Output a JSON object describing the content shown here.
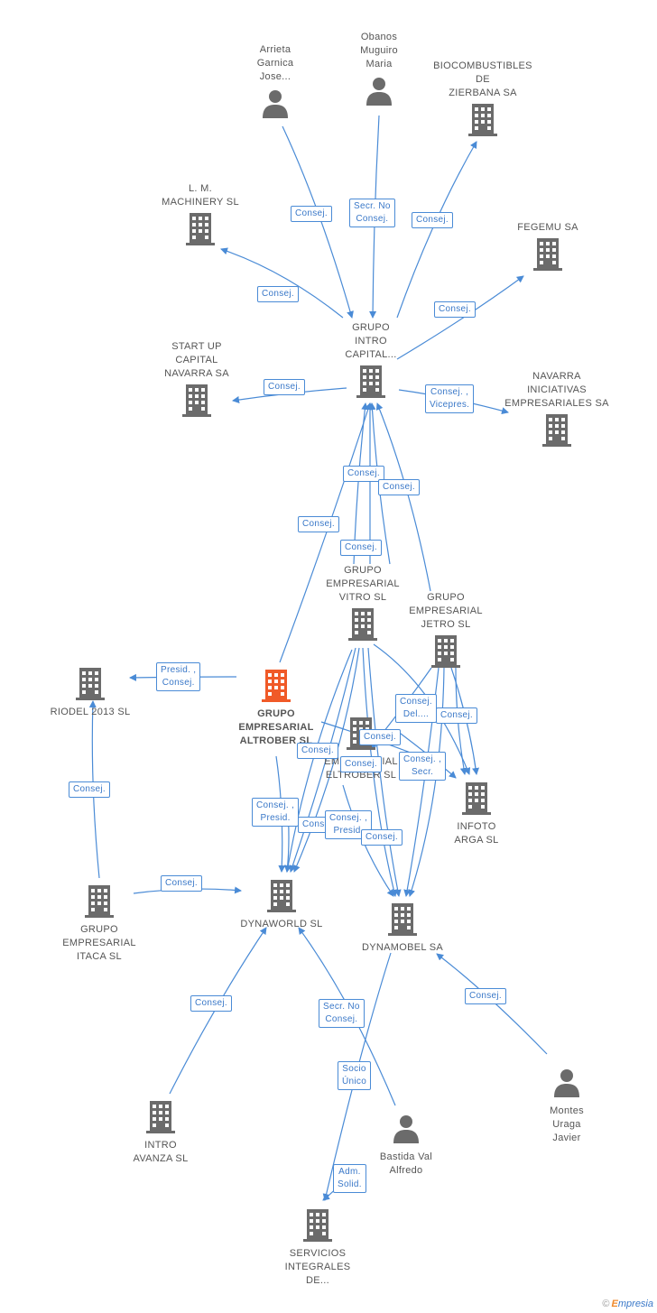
{
  "colors": {
    "edge": "#4a8bd6",
    "icon": "#6b6b6b",
    "main_icon": "#f05a28",
    "label": "#555555"
  },
  "nodes": [
    {
      "id": "arrieta",
      "type": "person",
      "label": "Arrieta\nGarnica\nJose..."
    },
    {
      "id": "obanos",
      "type": "person",
      "label": "Obanos\nMuguiro\nMaria"
    },
    {
      "id": "biocombustibles",
      "type": "company",
      "label": "BIOCOMBUSTIBLES\nDE\nZIERBANA SA"
    },
    {
      "id": "lm",
      "type": "company",
      "label": "L. M.\nMACHINERY SL"
    },
    {
      "id": "fegemu",
      "type": "company",
      "label": "FEGEMU SA"
    },
    {
      "id": "startup",
      "type": "company",
      "label": "START UP\nCAPITAL\nNAVARRA SA"
    },
    {
      "id": "intro_capital",
      "type": "company",
      "label": "GRUPO\nINTRO\nCAPITAL..."
    },
    {
      "id": "navarra_ini",
      "type": "company",
      "label": "NAVARRA\nINICIATIVAS\nEMPRESARIALES SA"
    },
    {
      "id": "vitro",
      "type": "company",
      "label": "GRUPO\nEMPRESARIAL\nVITRO SL"
    },
    {
      "id": "jetro",
      "type": "company",
      "label": "GRUPO\nEMPRESARIAL\nJETRO SL"
    },
    {
      "id": "riodel",
      "type": "company",
      "label": "RIODEL 2013 SL"
    },
    {
      "id": "altrober",
      "type": "main",
      "label": "GRUPO\nEMPRESARIAL\nALTROBER SL"
    },
    {
      "id": "eltrober",
      "type": "company",
      "label": "EMPRESARIAL\nELTROBER SL"
    },
    {
      "id": "infoto",
      "type": "company",
      "label": "INFOTO\nARGA SL"
    },
    {
      "id": "itaca",
      "type": "company",
      "label": "GRUPO\nEMPRESARIAL\nITACA SL"
    },
    {
      "id": "dynaworld",
      "type": "company",
      "label": "DYNAWORLD SL"
    },
    {
      "id": "dynamobel",
      "type": "company",
      "label": "DYNAMOBEL SA"
    },
    {
      "id": "montes",
      "type": "person",
      "label": "Montes\nUraga\nJavier"
    },
    {
      "id": "intro_avanza",
      "type": "company",
      "label": "INTRO\nAVANZA SL"
    },
    {
      "id": "bastida",
      "type": "person",
      "label": "Bastida Val\nAlfredo"
    },
    {
      "id": "servicios",
      "type": "company",
      "label": "SERVICIOS\nINTEGRALES\nDE..."
    }
  ],
  "relations": [
    {
      "id": "r_arrieta",
      "label": "Consej."
    },
    {
      "id": "r_obanos",
      "label": "Secr. No\nConsej."
    },
    {
      "id": "r_bio",
      "label": "Consej."
    },
    {
      "id": "r_lm",
      "label": "Consej."
    },
    {
      "id": "r_fegemu",
      "label": "Consej."
    },
    {
      "id": "r_startup",
      "label": "Consej."
    },
    {
      "id": "r_navarra",
      "label": "Consej. ,\nVicepres."
    },
    {
      "id": "r_c1",
      "label": "Consej."
    },
    {
      "id": "r_c2",
      "label": "Consej."
    },
    {
      "id": "r_c3",
      "label": "Consej."
    },
    {
      "id": "r_c4",
      "label": "Consej."
    },
    {
      "id": "r_riodel",
      "label": "Presid. ,\nConsej."
    },
    {
      "id": "r_jetro_a",
      "label": "Consej.\nDel...."
    },
    {
      "id": "r_jetro_b",
      "label": "Consej."
    },
    {
      "id": "r_m1",
      "label": "Consej."
    },
    {
      "id": "r_m2",
      "label": "Consej."
    },
    {
      "id": "r_m3",
      "label": "Consej."
    },
    {
      "id": "r_m4",
      "label": "Consej. ,\nSecr."
    },
    {
      "id": "r_m5",
      "label": "Consej. ,\nPresid."
    },
    {
      "id": "r_m6",
      "label": "Consej."
    },
    {
      "id": "r_m7",
      "label": "Consej. ,\nPresid."
    },
    {
      "id": "r_m8",
      "label": "Consej."
    },
    {
      "id": "r_itaca_riodel",
      "label": "Consej."
    },
    {
      "id": "r_itaca_dyna",
      "label": "Consej."
    },
    {
      "id": "r_avanza",
      "label": "Consej."
    },
    {
      "id": "r_bastida",
      "label": "Secr. No\nConsej."
    },
    {
      "id": "r_montes",
      "label": "Consej."
    },
    {
      "id": "r_socio",
      "label": "Socio\nÚnico"
    },
    {
      "id": "r_adm",
      "label": "Adm.\nSolid."
    }
  ],
  "brand": {
    "copyright": "©",
    "initial": "E",
    "rest": "mpresia"
  }
}
